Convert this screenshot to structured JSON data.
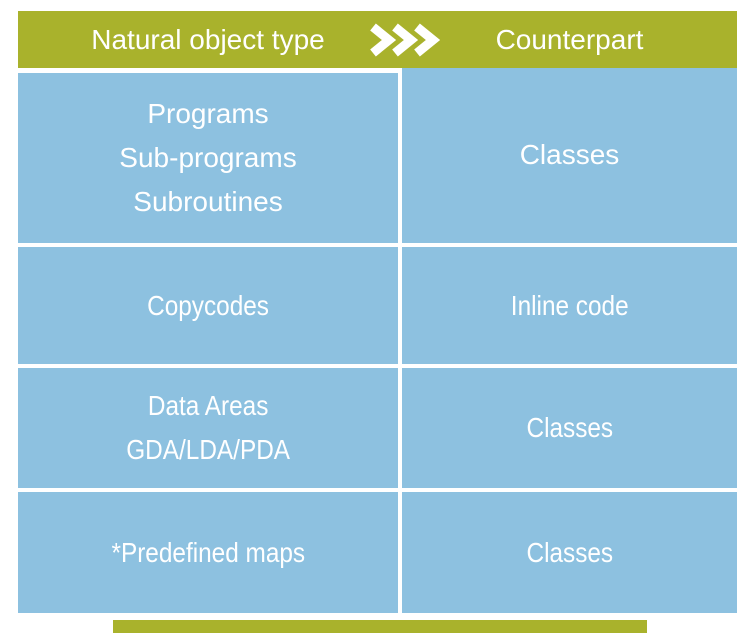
{
  "header": {
    "natural_column": "Natural object type",
    "counterpart_column": "Counterpart",
    "chevron_icon": "triple-right-chevron"
  },
  "rows": [
    {
      "natural": [
        "Programs",
        "Sub-programs",
        "Subroutines"
      ],
      "counterpart": "Classes"
    },
    {
      "natural": [
        "Copycodes"
      ],
      "counterpart": "Inline code"
    },
    {
      "natural": [
        "Data Areas",
        "GDA/LDA/PDA"
      ],
      "counterpart": "Classes"
    },
    {
      "natural": [
        "*Predefined maps"
      ],
      "counterpart": "Classes"
    }
  ],
  "colors": {
    "header_green": "#a9b22c",
    "cell_blue": "#8dc1e0",
    "text": "#ffffff",
    "background": "#ffffff"
  }
}
